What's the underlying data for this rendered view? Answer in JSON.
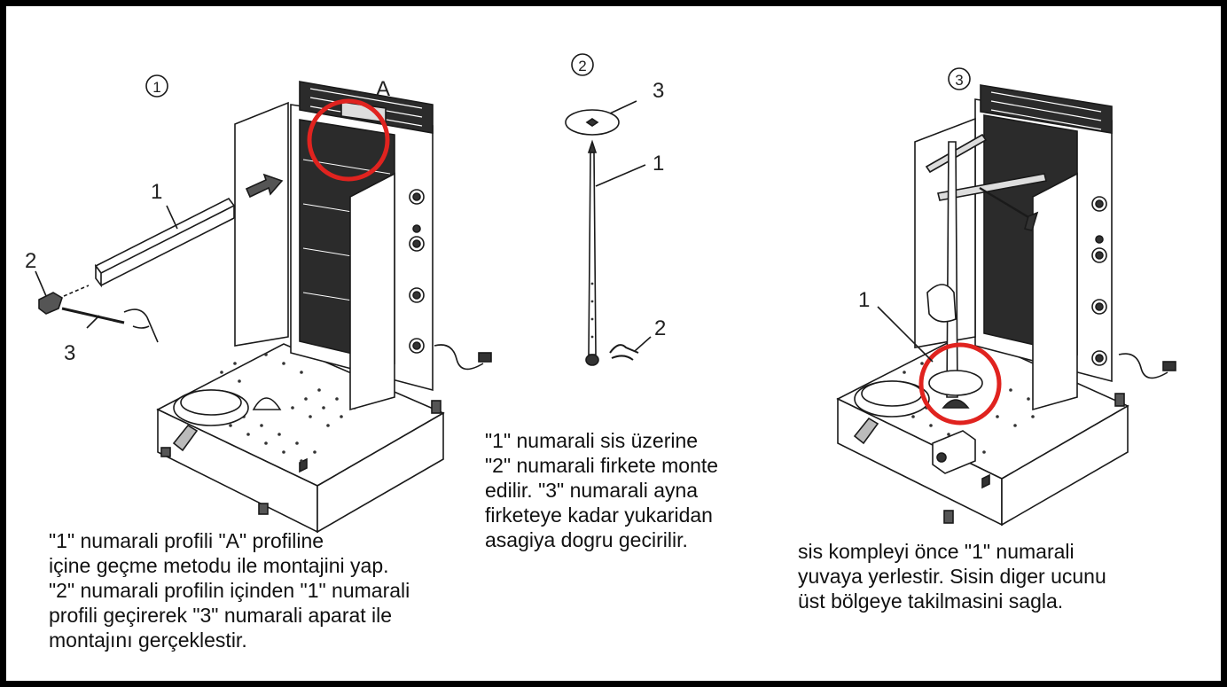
{
  "steps": [
    {
      "number": "1",
      "labels": {
        "profile_a": "A",
        "part1": "1",
        "part2": "2",
        "part3": "3"
      },
      "caption": [
        "\"1\" numarali profili \"A\" profiline",
        "içine geçme metodu ile montajini yap.",
        "\"2\" numarali profilin içinden \"1\" numarali",
        "profili geçirerek \"3\" numarali aparat ile",
        "montajını gerçeklestir."
      ]
    },
    {
      "number": "2",
      "labels": {
        "part3": "3",
        "part1": "1",
        "part2": "2"
      },
      "caption": [
        "\"1\" numarali sis üzerine",
        "\"2\" numarali firkete monte",
        "edilir. \"3\" numarali ayna",
        "firketeye kadar yukaridan",
        "asagiya dogru gecirilir."
      ]
    },
    {
      "number": "3",
      "labels": {
        "part1": "1"
      },
      "caption": [
        "sis kompleyi önce \"1\" numarali",
        "yuvaya yerlestir. Sisin diger ucunu",
        "üst bölgeye takilmasini sagla."
      ]
    }
  ],
  "colors": {
    "highlight": "#e0231f",
    "ink": "#1a1a1a",
    "panel": "#2b2b2b"
  }
}
